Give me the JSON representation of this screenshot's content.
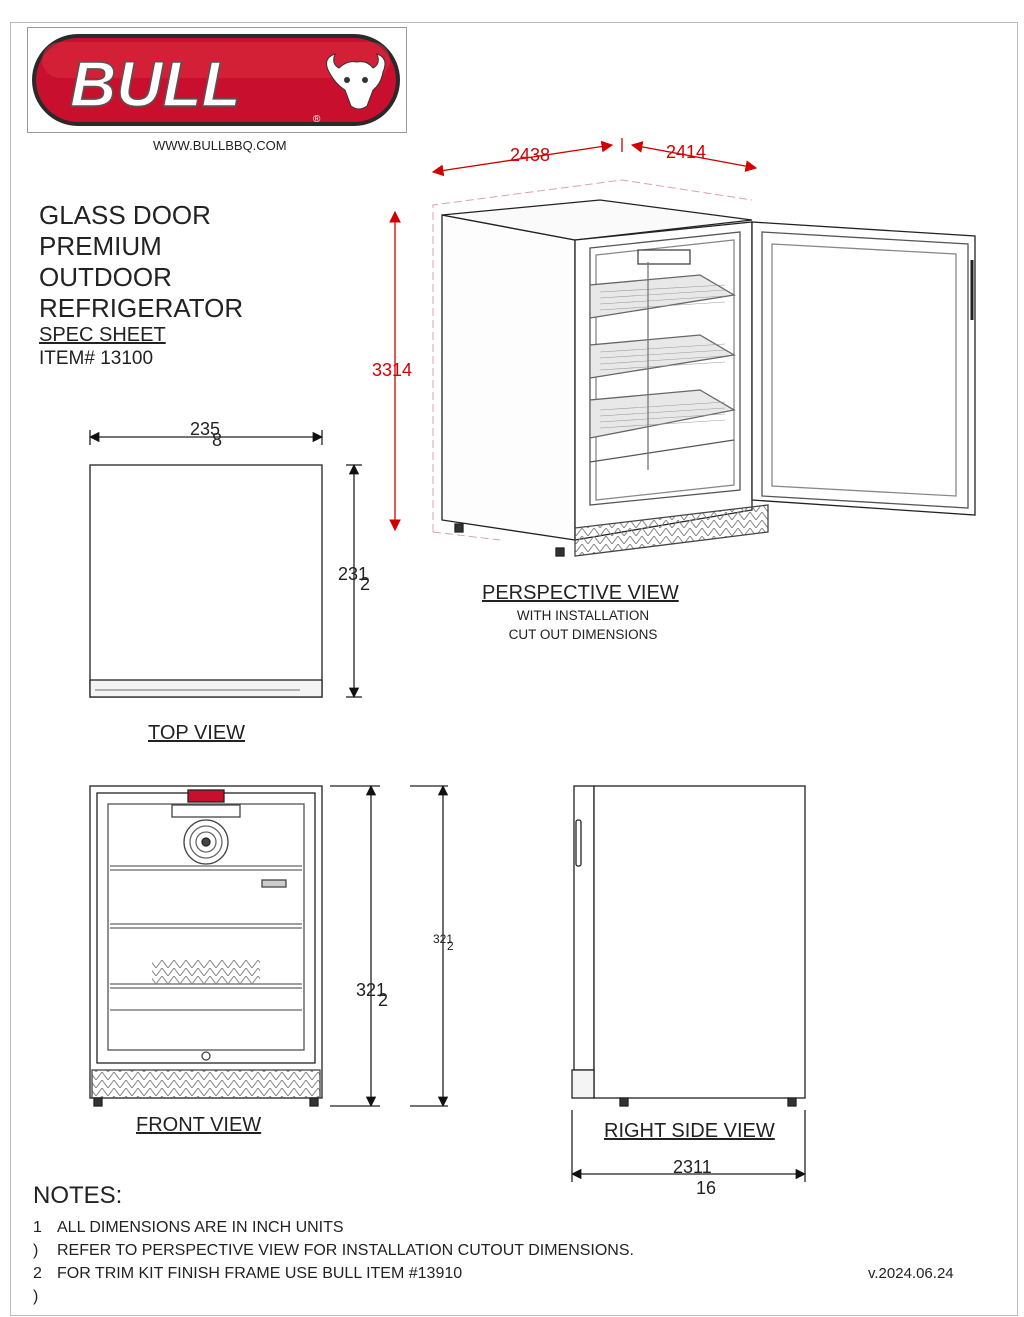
{
  "brand": {
    "logo_text": "BULL",
    "url": "WWW.BULLBBQ.COM"
  },
  "title": {
    "lines": [
      "GLASS DOOR",
      "PREMIUM",
      "OUTDOOR",
      "REFRIGERATOR"
    ],
    "spec": "SPEC SHEET",
    "item": "ITEM# 13100"
  },
  "perspective": {
    "label": "PERSPECTIVE VIEW",
    "sub1": "WITH INSTALLATION",
    "sub2": "CUT OUT DIMENSIONS",
    "dim_width": "2438",
    "dim_depth": "2414",
    "dim_height": "3314"
  },
  "top_view": {
    "label": "TOP VIEW",
    "dim_width_whole": "235",
    "dim_width_frac": "8",
    "dim_depth_whole": "231",
    "dim_depth_frac": "2"
  },
  "front_view": {
    "label": "FRONT VIEW",
    "dim_height_whole": "321",
    "dim_height_frac": "2",
    "dim_small_whole": "321",
    "dim_small_frac": "2"
  },
  "side_view": {
    "label": "RIGHT SIDE VIEW",
    "dim_width_top": "2311",
    "dim_width_bottom": "16"
  },
  "notes": {
    "heading": "NOTES:",
    "items": [
      {
        "num": "1",
        "text": "ALL DIMENSIONS ARE IN INCH UNITS"
      },
      {
        "num": ")",
        "text": "REFER TO PERSPECTIVE VIEW FOR INSTALLATION CUTOUT DIMENSIONS."
      },
      {
        "num": "2",
        "text": "FOR TRIM KIT FINISH FRAME USE BULL ITEM #13910"
      },
      {
        "num": ")",
        "text": ""
      }
    ]
  },
  "version": "v.2024.06.24",
  "colors": {
    "brand_red": "#c8102e",
    "dimension_red": "#d10000"
  }
}
